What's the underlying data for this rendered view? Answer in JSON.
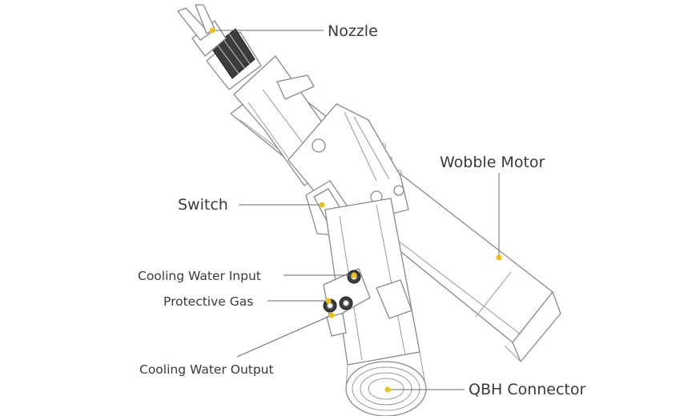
{
  "labels": {
    "nozzle": "Nozzle",
    "wobble_motor": "Wobble Motor",
    "switch": "Switch",
    "cooling_water_input": "Cooling Water Input",
    "protective_gas": "Protective Gas",
    "cooling_water_output": "Cooling Water Output",
    "qbh_connector": "QBH Connector"
  },
  "colors": {
    "marker": "#e8c21a",
    "line_art": "#8a8a8a",
    "text": "#3a3a3a"
  }
}
